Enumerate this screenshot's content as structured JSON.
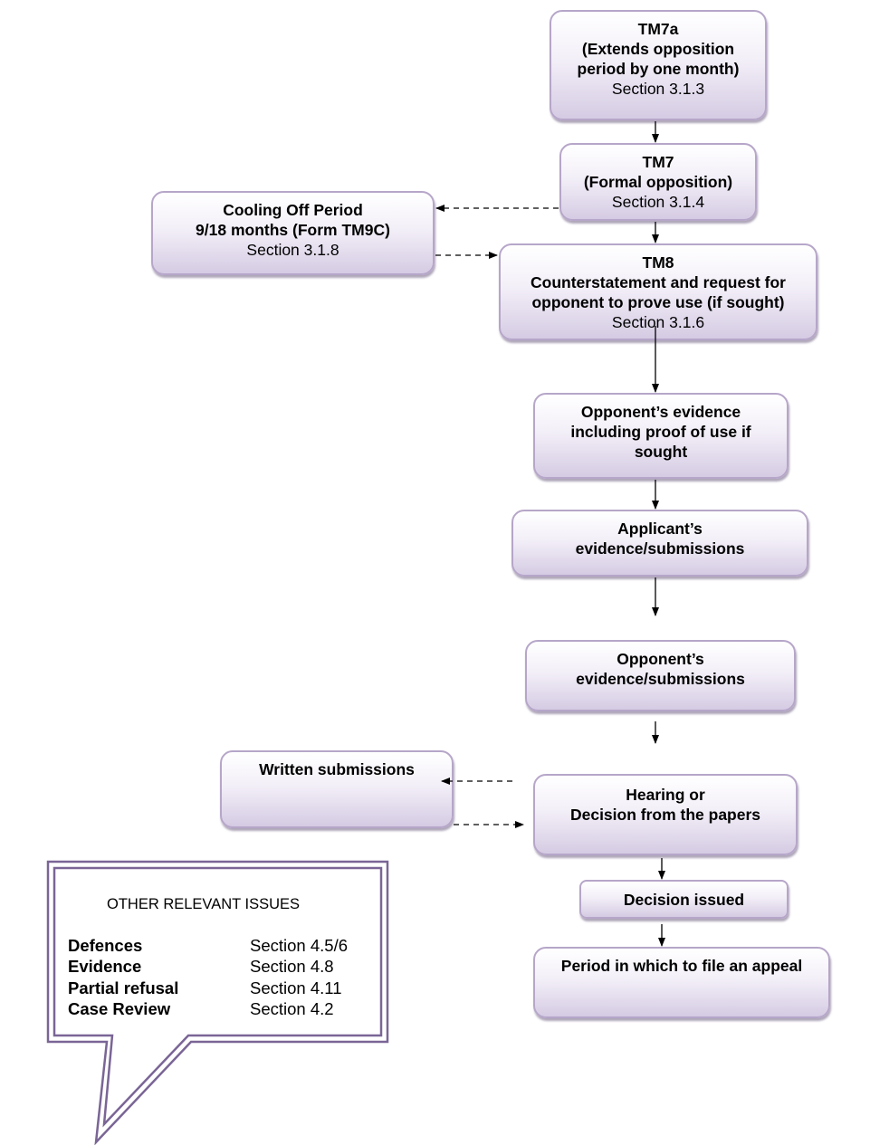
{
  "steps": {
    "tm7a": {
      "title": "TM7a",
      "line2": "(Extends opposition",
      "line3": "period by one month)",
      "section": "Section 3.1.3"
    },
    "tm7": {
      "title": "TM7",
      "line2": "(Formal opposition)",
      "section": "Section 3.1.4"
    },
    "cooling": {
      "title": "Cooling Off Period",
      "line2": "9/18 months (Form TM9C)",
      "section": "Section 3.1.8"
    },
    "tm8": {
      "title": "TM8",
      "line2": "Counterstatement and request for",
      "line3": "opponent to prove use (if sought)",
      "section": "Section 3.1.6"
    },
    "opp_evidence": {
      "line1": "Opponent’s evidence",
      "line2": "including proof of use if",
      "line3": "sought"
    },
    "app_evidence": {
      "line1": "Applicant’s",
      "line2": "evidence/submissions"
    },
    "opp_submissions": {
      "line1": "Opponent’s",
      "line2": "evidence/submissions"
    },
    "written": {
      "line1": "Written submissions"
    },
    "hearing": {
      "line1": "Hearing or",
      "line2": "Decision from the papers"
    },
    "decision": {
      "line1": "Decision issued"
    },
    "appeal": {
      "line1": "Period in which to file an appeal"
    }
  },
  "other_issues": {
    "title": "OTHER RELEVANT ISSUES",
    "items": [
      {
        "name": "Defences",
        "section": "Section 4.5/6"
      },
      {
        "name": "Evidence",
        "section": "Section 4.8"
      },
      {
        "name": "Partial refusal",
        "section": "Section 4.11"
      },
      {
        "name": "Case Review",
        "section": "Section 4.2"
      }
    ]
  },
  "colors": {
    "box_border": "#b6a6c9",
    "box_fill_bottom": "#d5cbe3",
    "callout_border": "#7a6596"
  }
}
